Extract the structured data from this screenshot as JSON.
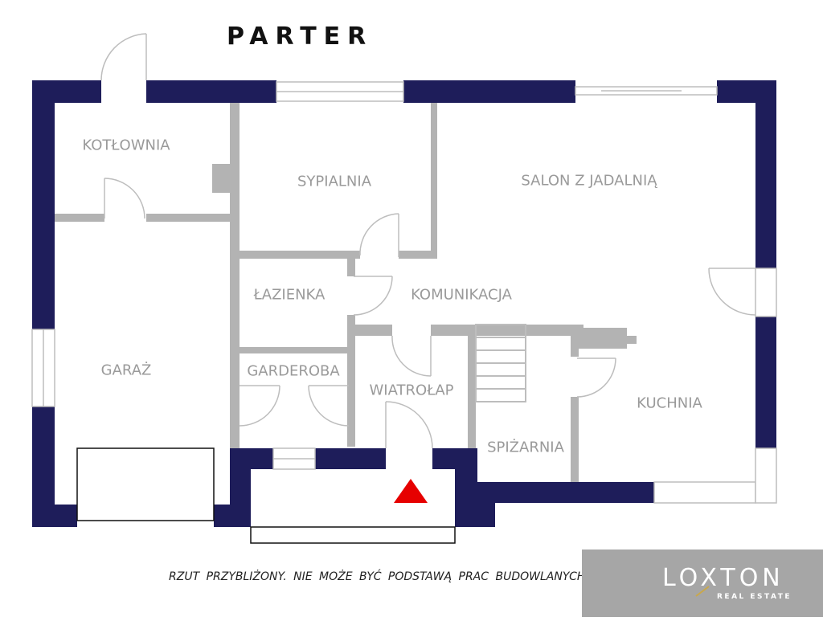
{
  "plan": {
    "title": "PARTER",
    "rooms": [
      {
        "name": "KOTŁOWNIA"
      },
      {
        "name": "SYPIALNIA"
      },
      {
        "name": "SALON Z JADALNIĄ"
      },
      {
        "name": "ŁAZIENKA"
      },
      {
        "name": "KOMUNIKACJA"
      },
      {
        "name": "GARAŻ"
      },
      {
        "name": "GARDEROBA"
      },
      {
        "name": "WIATROŁAP"
      },
      {
        "name": "KUCHNIA"
      },
      {
        "name": "SPIŻARNIA"
      }
    ],
    "disclaimer": "RZUT PRZYBLIŻONY. NIE MOŻE BYĆ PODSTAWĄ PRAC BUDOWLANYCH.",
    "entrance_marker": "entrance-triangle-icon"
  },
  "brand": {
    "name": "LOXTON",
    "tagline": "REAL ESTATE"
  },
  "colors": {
    "exterior_wall": "#1e1d5a",
    "interior_wall": "#b3b3b3",
    "entrance_marker": "#e60000",
    "label_text": "#9a9a9a",
    "logo_background": "#a6a6a6",
    "logo_accent": "#c9a84a"
  }
}
